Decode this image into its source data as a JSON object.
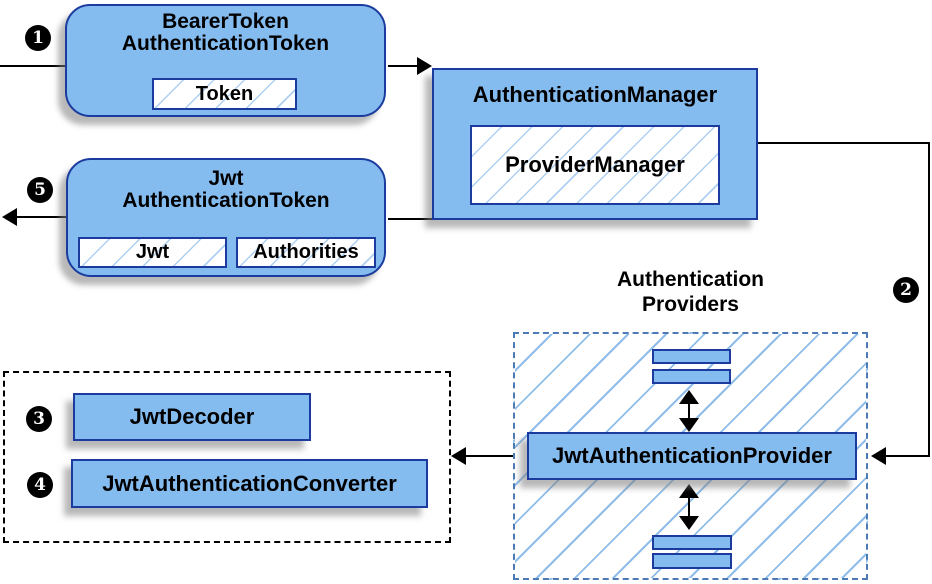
{
  "nodes": {
    "bearer": {
      "line1": "BearerToken",
      "line2": "AuthenticationToken",
      "inner": "Token"
    },
    "manager": {
      "title": "AuthenticationManager",
      "inner": "ProviderManager"
    },
    "jwt": {
      "line1": "Jwt",
      "line2": "AuthenticationToken",
      "inner_left": "Jwt",
      "inner_right": "Authorities"
    },
    "providers_group": {
      "title_line1": "Authentication",
      "title_line2": "Providers"
    },
    "provider": {
      "label": "JwtAuthenticationProvider"
    },
    "decoder": {
      "label": "JwtDecoder"
    },
    "converter": {
      "label": "JwtAuthenticationConverter"
    }
  },
  "badges": {
    "step1": "1",
    "step2": "2",
    "step3": "3",
    "step4": "4",
    "step5": "5"
  },
  "colors": {
    "box_fill": "#85bcf0",
    "box_border": "#1b3c9e",
    "hatch_light": "#aecef2",
    "hatch_strong": "#8fbde9",
    "blue_dash": "#4d7ab5",
    "line": "#000000",
    "shadow": "rgba(125,125,125,0.55)",
    "badge_bg": "#000000",
    "badge_fg": "#ffffff",
    "text": "#000000"
  }
}
